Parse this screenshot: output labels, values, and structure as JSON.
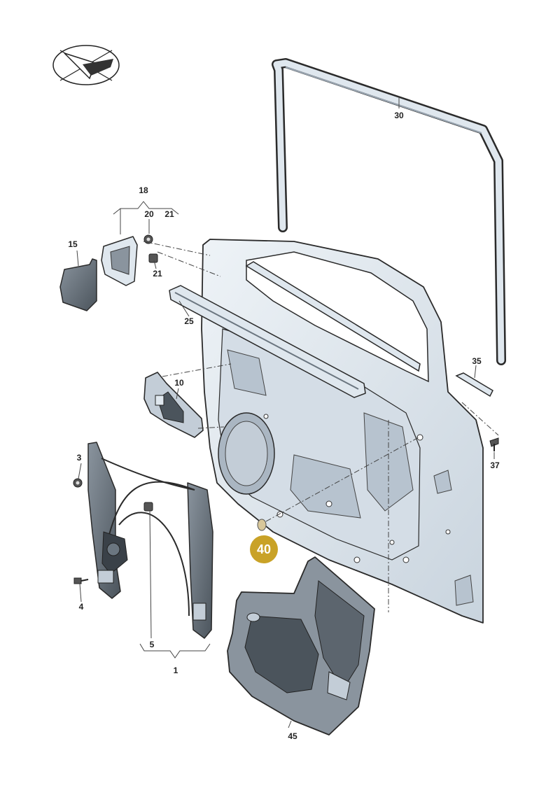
{
  "diagram": {
    "callouts": {
      "c1": "1",
      "c3": "3",
      "c4": "4",
      "c5": "5",
      "c10": "10",
      "c15": "15",
      "c18": "18",
      "c20": "20",
      "c21a": "21",
      "c21b": "21",
      "c25": "25",
      "c30": "30",
      "c35": "35",
      "c37": "37",
      "c45": "45"
    },
    "highlight": {
      "label": "40",
      "color": "#c9a227"
    },
    "colors": {
      "part_fill": "#dfe7ee",
      "part_shadow": "#b7c3cf",
      "dark_part": "#6b7680",
      "outline": "#2a2a2a",
      "leader": "#444444"
    },
    "icons": [
      "view-direction-icon"
    ]
  }
}
